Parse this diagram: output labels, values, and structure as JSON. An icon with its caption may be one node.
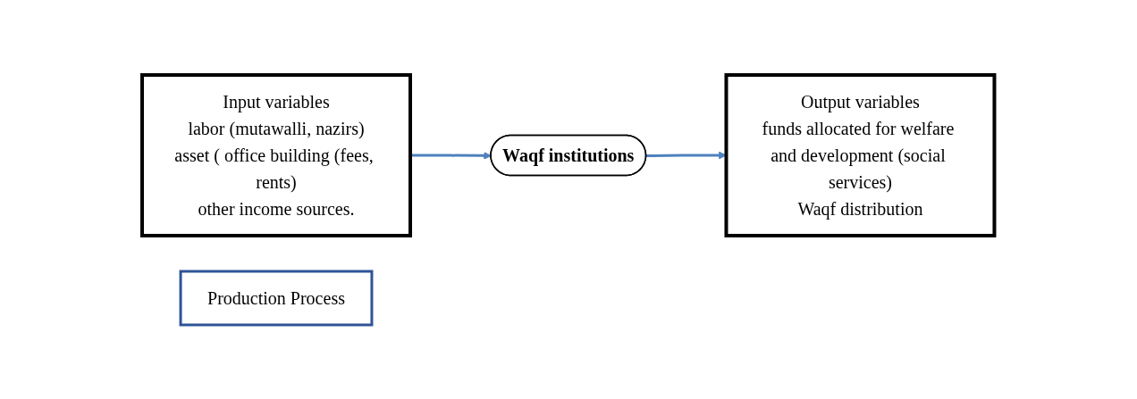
{
  "diagram": {
    "nodes": [
      {
        "text": [
          "Input variables",
          "labor (mutawalli, nazirs)",
          "asset ( office building (fees, rents)",
          "other income sources."
        ]
      },
      {
        "text": [
          "Production Process"
        ]
      },
      {
        "text": [
          "Waqf institutions"
        ]
      },
      {
        "text": [
          "Output variables",
          "funds allocated for welfare and development (social services)",
          "Waqf distribution"
        ]
      }
    ],
    "edges": [
      {
        "from": 0,
        "to": 2,
        "arrow": "to",
        "color": "#4f81bd"
      },
      {
        "from": 2,
        "to": 3,
        "arrow": "to",
        "color": "#4f81bd"
      }
    ]
  }
}
